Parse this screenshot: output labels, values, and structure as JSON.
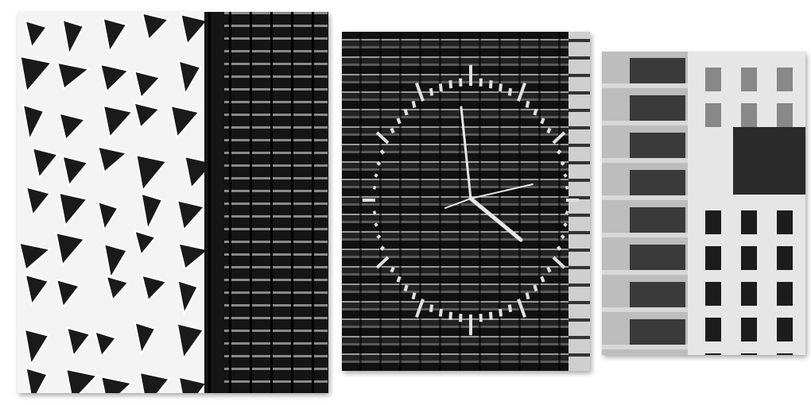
{
  "product": {
    "panels": 3,
    "colors": {
      "background": "#ffffff",
      "facade_dark": "#111111",
      "facade_light": "#e8e8e8",
      "clock_marks": "#dcdcdc"
    },
    "clock": {
      "tick_count": 60,
      "hands": [
        "hour",
        "minute",
        "second"
      ],
      "icon": "clock-face-icon"
    }
  }
}
